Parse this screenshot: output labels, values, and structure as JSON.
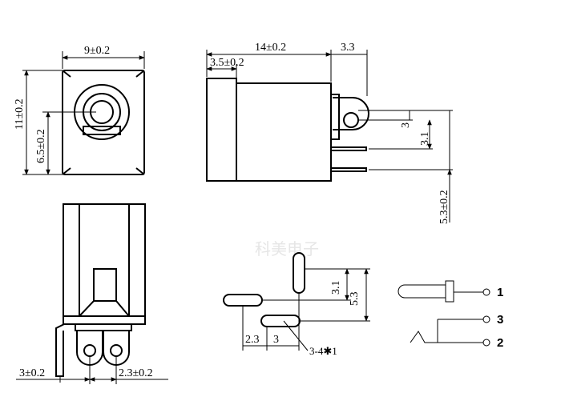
{
  "watermark": "科美电子",
  "front_view": {
    "width_dim": "9±0.2",
    "height_dim": "11±0.2",
    "center_dim": "6.5±0.2"
  },
  "side_view": {
    "length_dim": "14±0.2",
    "pin_offset_dim": "3.3",
    "front_dim": "3.5±0.2",
    "dim_3": "3",
    "dim_3_1": "3.1",
    "dim_5_3": "5.3±0.2"
  },
  "bottom_view": {
    "pin_dim": "3±0.2",
    "spacing_dim": "2.3±0.2"
  },
  "footprint": {
    "dim_3_1": "3.1",
    "dim_5_3": "5.3",
    "dim_2_3": "2.3",
    "dim_3": "3",
    "slot_label": "3-4✱1"
  },
  "schematic": {
    "pins": [
      "1",
      "3",
      "2"
    ]
  }
}
